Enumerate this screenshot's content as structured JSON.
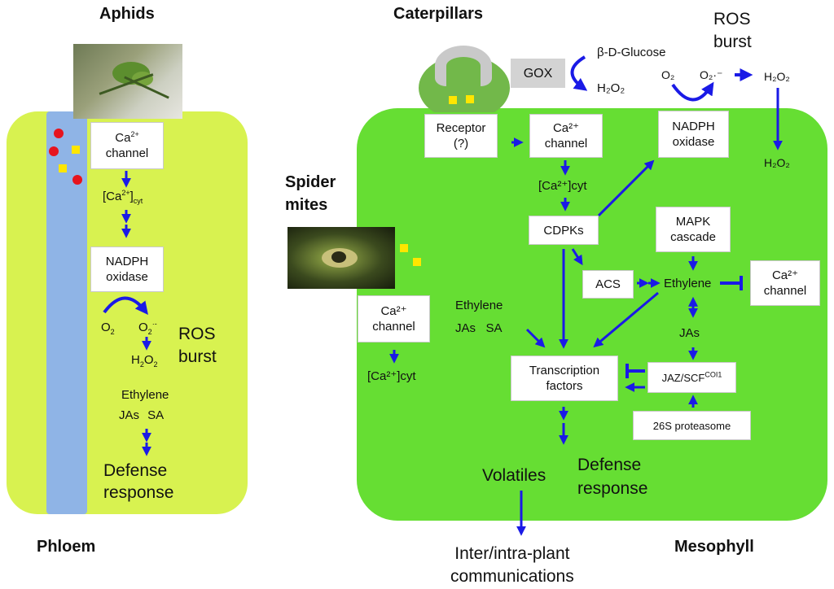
{
  "colors": {
    "phloem_cell": "#d8f250",
    "phloem_tube": "#8fb4e6",
    "mesophyll_cell": "#66de33",
    "arrow": "#1a1ae6",
    "signal_red": "#e6141e",
    "signal_yellow": "#ffe600",
    "gox_box": "#d3d3d3"
  },
  "titles": {
    "aphids": "Aphids",
    "caterpillars": "Caterpillars",
    "spider_mites_1": "Spider",
    "spider_mites_2": "mites",
    "phloem": "Phloem",
    "mesophyll": "Mesophyll"
  },
  "phloem": {
    "ca_channel_1": "Ca",
    "ca_channel_sup": "2+",
    "ca_channel_2": "channel",
    "ca_cyt_a": "[Ca",
    "ca_cyt_sup": "2+",
    "ca_cyt_b": "]",
    "ca_cyt_sub": "cyt",
    "nadph_1": "NADPH",
    "nadph_2": "oxidase",
    "o2": "O",
    "o2_sub": "2",
    "o2r": "O",
    "o2r_sub": "2",
    "o2r_dot": "·",
    "o2r_sup": "-",
    "h2o2_a": "H",
    "h2o2_sub1": "2",
    "h2o2_b": "O",
    "h2o2_sub2": "2",
    "ros_1": "ROS",
    "ros_2": "burst",
    "ethylene": "Ethylene",
    "jas_sa": "JAs  SA",
    "defense_1": "Defense",
    "defense_2": "response"
  },
  "mesophyll": {
    "gox": "GOX",
    "glucose": "β-D-Glucose",
    "h2o2_top": "H₂O₂",
    "ros_1": "ROS",
    "ros_2": "burst",
    "o2_top": "O₂",
    "o2r_top": "O₂·⁻",
    "h2o2_right": "H₂O₂",
    "h2o2_below": "H₂O₂",
    "receptor_1": "Receptor",
    "receptor_2": "(?)",
    "ca_channel_1": "Ca²⁺",
    "ca_channel_2": "channel",
    "ca_cyt": "[Ca²⁺]cyt",
    "nadph_1": "NADPH",
    "nadph_2": "oxidase",
    "cdpks": "CDPKs",
    "mapk_1": "MAPK",
    "mapk_2": "cascade",
    "acs": "ACS",
    "ethylene_node": "Ethylene",
    "ca_channel_r1": "Ca²⁺",
    "ca_channel_r2": "channel",
    "jas_node": "JAs",
    "ethylene_left": "Ethylene",
    "jas_sa_left": "JAs   SA",
    "tf_1": "Transcription",
    "tf_2": "factors",
    "jaz": "JAZ/SCF",
    "jaz_sup": "COI1",
    "proteasome": "26S proteasome",
    "mite_ca_1": "Ca²⁺",
    "mite_ca_2": "channel",
    "mite_ca_cyt": "[Ca²⁺]cyt",
    "volatiles": "Volatiles",
    "defense_1": "Defense",
    "defense_2": "response",
    "comm_1": "Inter/intra-plant",
    "comm_2": "communications"
  }
}
